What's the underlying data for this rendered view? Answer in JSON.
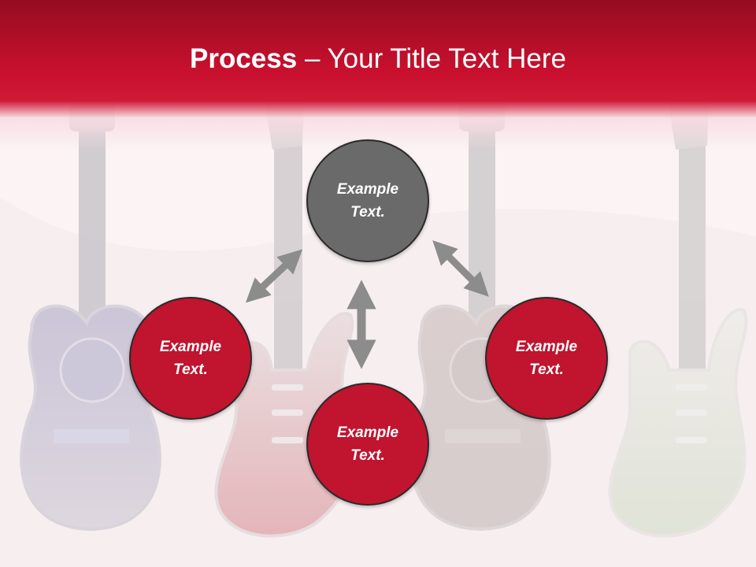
{
  "slide": {
    "title_bold": "Process",
    "title_rest": " – Your Title Text Here"
  },
  "nodes": {
    "top": {
      "line1": "Example",
      "line2": "Text."
    },
    "left": {
      "line1": "Example",
      "line2": "Text."
    },
    "right": {
      "line1": "Example",
      "line2": "Text."
    },
    "bottom": {
      "line1": "Example",
      "line2": "Text."
    }
  },
  "colors": {
    "header_dark": "#950d20",
    "header_red": "#c8102e",
    "circle_red": "#c0142f",
    "circle_gray": "#6a6a6a",
    "arrow_gray": "#8c8c8c",
    "background": "#fbf3f4"
  },
  "icons": [
    "double-arrow-icon"
  ],
  "background_image": "four faded guitars (acoustic blue, electric red, acoustic brown, electric green)"
}
